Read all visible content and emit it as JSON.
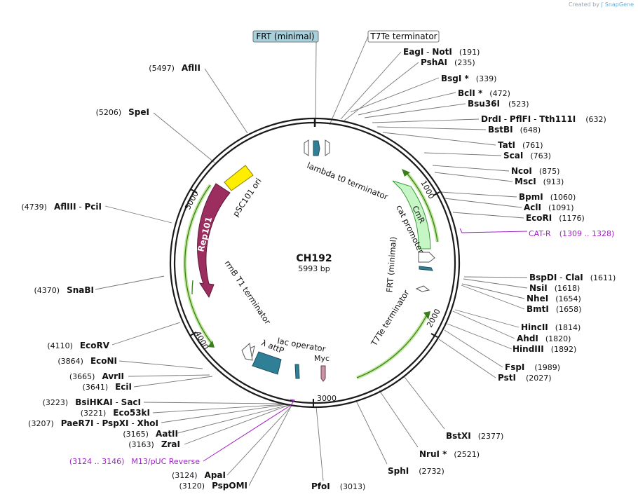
{
  "credit": {
    "prefix": "Created by",
    "brand": "SnapGene"
  },
  "plasmid": {
    "name": "CH192",
    "size_label": "5993 bp"
  },
  "boxed_labels": {
    "frt_minimal": "FRT (minimal)",
    "t7te_terminator": "T7Te terminator"
  },
  "features": {
    "lambda_t0": "lambda t0 terminator",
    "cat_promoter": "cat promoter",
    "cmr": "CmR",
    "frt_minimal_inner": "FRT (minimal)",
    "t7te_inner": "T7Te terminator",
    "myc": "Myc",
    "lac_operator": "lac operator",
    "lambda_attp": "λ attP",
    "rrnb_t1": "rrnB T1 terminator",
    "rep101": "Rep101",
    "psc101_ori": "pSC101 ori"
  },
  "ticks": [
    "1000",
    "2000",
    "3000",
    "4000",
    "5000"
  ],
  "sites": [
    {
      "name": "EagI",
      "extra": "NotI",
      "pos": "(191)"
    },
    {
      "name": "PshAI",
      "pos": "(235)"
    },
    {
      "name": "BsgI *",
      "pos": "(339)"
    },
    {
      "name": "BclI *",
      "pos": "(472)"
    },
    {
      "name": "Bsu36I",
      "pos": "(523)"
    },
    {
      "name": "DrdI",
      "extra": "PflFI",
      "extra2": "Tth111I",
      "pos": "(632)"
    },
    {
      "name": "BstBI",
      "pos": "(648)"
    },
    {
      "name": "TatI",
      "pos": "(761)"
    },
    {
      "name": "ScaI",
      "pos": "(763)"
    },
    {
      "name": "NcoI",
      "pos": "(875)"
    },
    {
      "name": "MscI",
      "pos": "(913)"
    },
    {
      "name": "BpmI",
      "pos": "(1060)"
    },
    {
      "name": "AclI",
      "pos": "(1091)"
    },
    {
      "name": "EcoRI",
      "pos": "(1176)"
    },
    {
      "name": "BspDI",
      "extra": "ClaI",
      "pos": "(1611)"
    },
    {
      "name": "NsiI",
      "pos": "(1618)"
    },
    {
      "name": "NheI",
      "pos": "(1654)"
    },
    {
      "name": "BmtI",
      "pos": "(1658)"
    },
    {
      "name": "HincII",
      "pos": "(1814)"
    },
    {
      "name": "AhdI",
      "pos": "(1820)"
    },
    {
      "name": "HindIII",
      "pos": "(1892)"
    },
    {
      "name": "FspI",
      "pos": "(1989)"
    },
    {
      "name": "PstI",
      "pos": "(2027)"
    },
    {
      "name": "BstXI",
      "pos": "(2377)"
    },
    {
      "name": "NruI *",
      "pos": "(2521)"
    },
    {
      "name": "SphI",
      "pos": "(2732)"
    },
    {
      "name": "PfoI",
      "pos": "(3013)"
    },
    {
      "name": "PspOMI",
      "pos": "(3120)"
    },
    {
      "name": "ApaI",
      "pos": "(3124)"
    },
    {
      "name": "ZraI",
      "pos": "(3163)"
    },
    {
      "name": "AatII",
      "pos": "(3165)"
    },
    {
      "name": "PaeR7I",
      "extra": "PspXI",
      "extra2": "XhoI",
      "pos": "(3207)"
    },
    {
      "name": "Eco53kI",
      "pos": "(3221)"
    },
    {
      "name": "BsiHKAI",
      "extra": "SacI",
      "pos": "(3223)"
    },
    {
      "name": "EciI",
      "pos": "(3641)"
    },
    {
      "name": "AvrII",
      "pos": "(3665)"
    },
    {
      "name": "EcoNI",
      "pos": "(3864)"
    },
    {
      "name": "EcoRV",
      "pos": "(4110)"
    },
    {
      "name": "SnaBI",
      "pos": "(4370)"
    },
    {
      "name": "AflIII",
      "extra": "PciI",
      "pos": "(4739)"
    },
    {
      "name": "SpeI",
      "pos": "(5206)"
    },
    {
      "name": "AflII",
      "pos": "(5497)"
    }
  ],
  "primers": [
    {
      "name": "CAT-R",
      "range": "(1309 .. 1328)"
    },
    {
      "name": "M13/pUC Reverse",
      "range": "(3124 .. 3146)"
    }
  ],
  "colors": {
    "ring": "#1a1a1a",
    "teal": "#2f7f96",
    "rep101": "#9b2d5f",
    "ori": "#ffee00",
    "cmr": "#c6f5c6",
    "primer": "#a020c8",
    "boxed_bg": "#a8d1dc"
  }
}
